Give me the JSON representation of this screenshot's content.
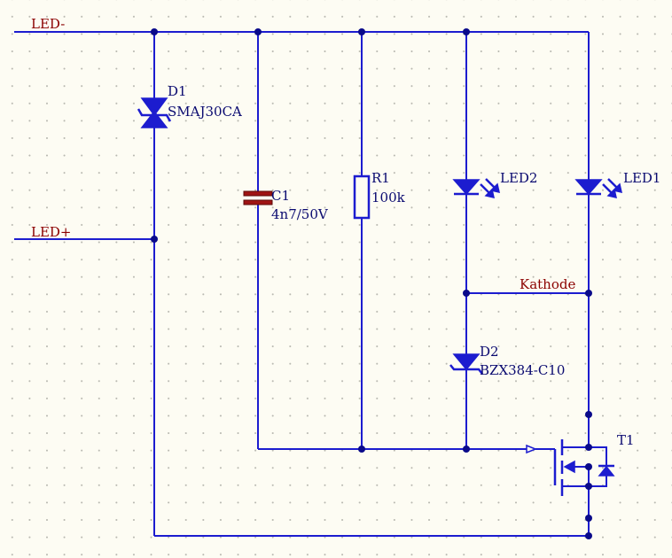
{
  "nets": {
    "led_minus": "LED-",
    "led_plus": "LED+",
    "kathode": "Kathode"
  },
  "components": {
    "d1": {
      "ref": "D1",
      "value": "SMAJ30CA",
      "symbol": "bidirectional-tvs-diode"
    },
    "c1": {
      "ref": "C1",
      "value": "4n7/50V",
      "symbol": "capacitor"
    },
    "r1": {
      "ref": "R1",
      "value": "100k",
      "symbol": "resistor"
    },
    "led2": {
      "ref": "LED2",
      "symbol": "led"
    },
    "led1": {
      "ref": "LED1",
      "symbol": "led"
    },
    "d2": {
      "ref": "D2",
      "value": "BZX384-C10",
      "symbol": "zener-diode"
    },
    "t1": {
      "ref": "T1",
      "symbol": "n-channel-mosfet"
    }
  },
  "colors": {
    "wire": "#1c1ccf",
    "junction": "#0a0a8a",
    "net_label": "#8b0000",
    "component_label": "#0a0a70",
    "capacitor_body": "#a01414",
    "background": "#fdfcf3",
    "grid_dot": "#b8b8b0"
  }
}
